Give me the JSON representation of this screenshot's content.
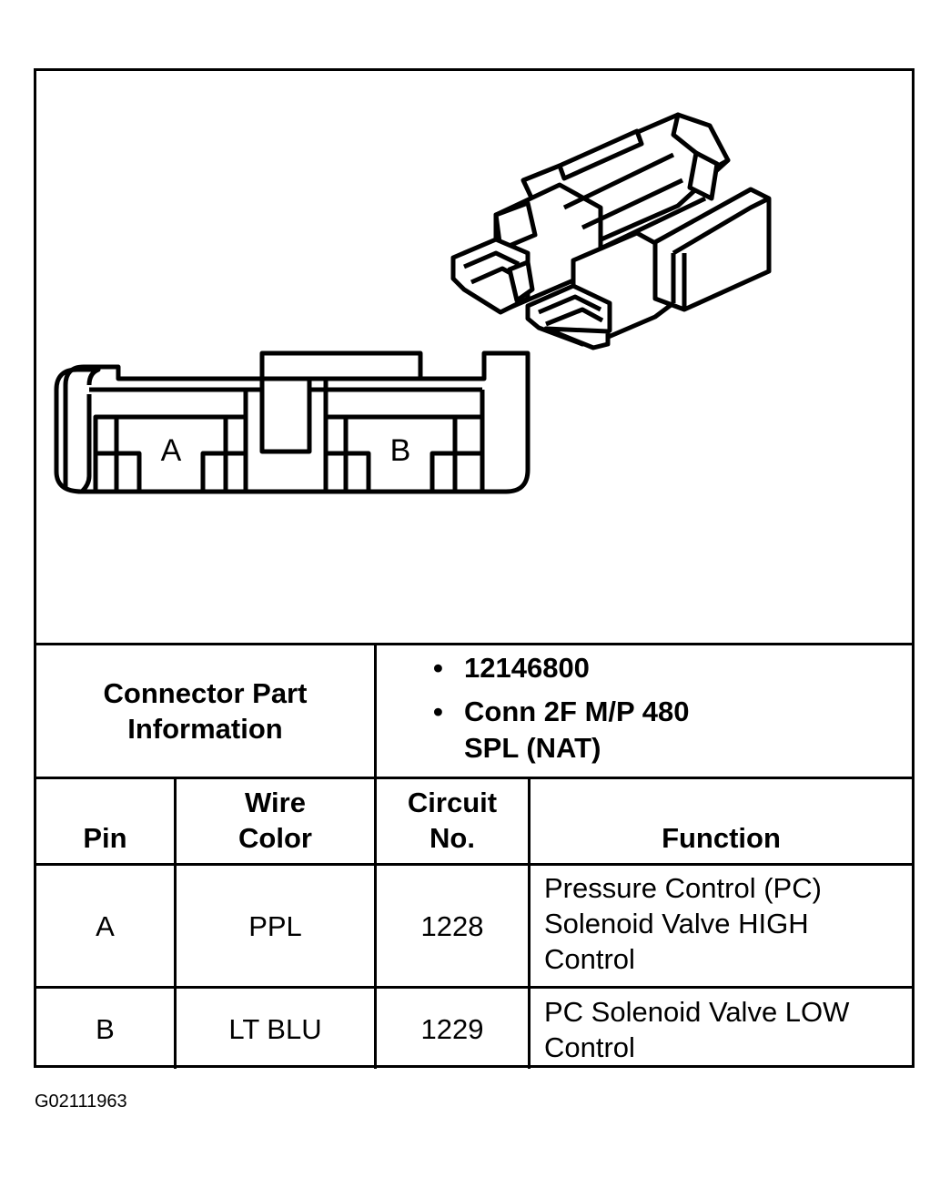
{
  "connector_info": {
    "label_line1": "Connector Part",
    "label_line2": "Information",
    "part_number": "12146800",
    "description_line1": "Conn 2F M/P 480",
    "description_line2": "SPL (NAT)"
  },
  "diagram": {
    "cavity_a_label": "A",
    "cavity_b_label": "B"
  },
  "table": {
    "headers": {
      "pin": "Pin",
      "wire_color_line1": "Wire",
      "wire_color_line2": "Color",
      "circuit_line1": "Circuit",
      "circuit_line2": "No.",
      "function": "Function"
    },
    "rows": [
      {
        "pin": "A",
        "wire_color": "PPL",
        "circuit": "1228",
        "function_lines": [
          "Pressure Control (PC)",
          "Solenoid Valve HIGH",
          "Control"
        ]
      },
      {
        "pin": "B",
        "wire_color": "LT BLU",
        "circuit": "1229",
        "function_lines": [
          "PC Solenoid Valve LOW",
          "Control"
        ]
      }
    ]
  },
  "figure_id": "G02111963"
}
